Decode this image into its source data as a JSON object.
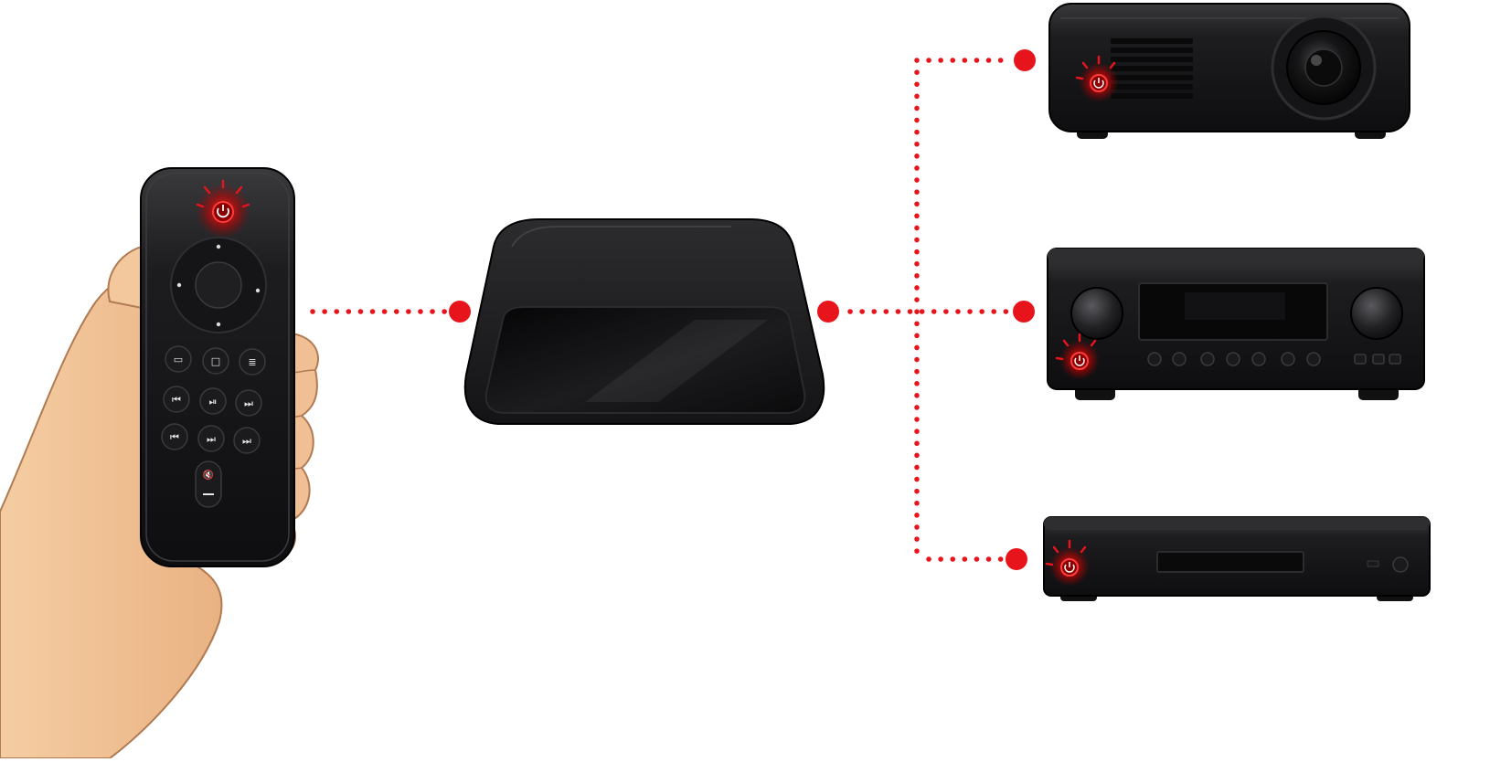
{
  "diagram": {
    "nodes": [
      {
        "id": "remote",
        "label": "",
        "icon": "remote-control-icon"
      },
      {
        "id": "hub",
        "label": "",
        "icon": "ir-hub-icon"
      },
      {
        "id": "projector",
        "label": "",
        "icon": "projector-icon"
      },
      {
        "id": "receiver",
        "label": "",
        "icon": "av-receiver-icon"
      },
      {
        "id": "player",
        "label": "",
        "icon": "disc-player-icon"
      }
    ],
    "edges": [
      {
        "from": "remote",
        "to": "hub",
        "style": "dotted"
      },
      {
        "from": "hub",
        "to": "projector",
        "style": "dotted"
      },
      {
        "from": "hub",
        "to": "receiver",
        "style": "dotted"
      },
      {
        "from": "hub",
        "to": "player",
        "style": "dotted"
      }
    ],
    "power_indicator": {
      "state": "blinking",
      "symbol": "⏻"
    },
    "colors": {
      "link": "#e8141c",
      "device": "#1b1b1d",
      "skin": "#f2c79c",
      "background": "#ffffff"
    }
  }
}
